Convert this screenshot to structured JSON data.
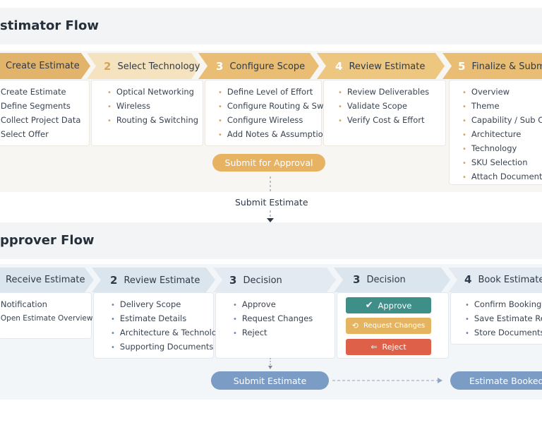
{
  "estimator": {
    "title": "stimator Flow",
    "steps": [
      {
        "num": "",
        "label": "Create Estimate",
        "items": [
          "Create Estimate",
          "Define Segments",
          "Collect Project Data",
          "Select Offer"
        ]
      },
      {
        "num": "2",
        "label": "Select Technology",
        "items": [
          "Optical Networking",
          "Wireless",
          "Routing & Switching"
        ]
      },
      {
        "num": "3",
        "label": "Configure Scope",
        "items": [
          "Define Level of Effort",
          "Configure Routing & Sw...",
          "Configure Wireless",
          "Add Notes & Assumptions"
        ]
      },
      {
        "num": "4",
        "label": "Review Estimate",
        "items": [
          "Review Deliverables",
          "Validate Scope",
          "Verify Cost & Effort"
        ]
      },
      {
        "num": "5",
        "label": "Finalize & Subm",
        "items": [
          "Overview",
          "Theme",
          "Capability / Sub Capab",
          "Architecture",
          "Technology",
          "SKU Selection",
          "Attach Documents"
        ]
      }
    ],
    "submit_button": "Submit for Approval"
  },
  "connector_label": "Submit Estimate",
  "approver": {
    "title": "pprover Flow",
    "steps": [
      {
        "num": "",
        "label": "Receive Estimate",
        "items": [
          "Notification",
          "Open Estimate Overview"
        ]
      },
      {
        "num": "2",
        "label": "Review Estimate",
        "items": [
          "Delivery Scope",
          "Estimate Details",
          "Architecture & Technology",
          "Supporting Documents"
        ]
      },
      {
        "num": "3",
        "label": "Decision",
        "items": [
          "Approve",
          "Request Changes",
          "Reject"
        ]
      },
      {
        "num": "3",
        "label": "Decision",
        "items": []
      },
      {
        "num": "4",
        "label": "Book Estimate",
        "items": [
          "Confirm Booking",
          "Save Estimate Reco",
          "Store Documents"
        ]
      }
    ],
    "actions": {
      "approve": "Approve",
      "request_changes": "Request Changes",
      "reject": "Reject"
    },
    "submit_button": "Submit Estimate",
    "booked_button": "Estimate Booked"
  },
  "colors": {
    "estimator_accent": "#e2b36a",
    "approver_accent": "#7b9cc5",
    "approve": "#3f8f89",
    "request_changes": "#e5b461",
    "reject": "#de6048"
  },
  "icons": {
    "approve": "check-icon",
    "request_changes": "refresh-icon",
    "reject": "reject-arrow-icon"
  }
}
